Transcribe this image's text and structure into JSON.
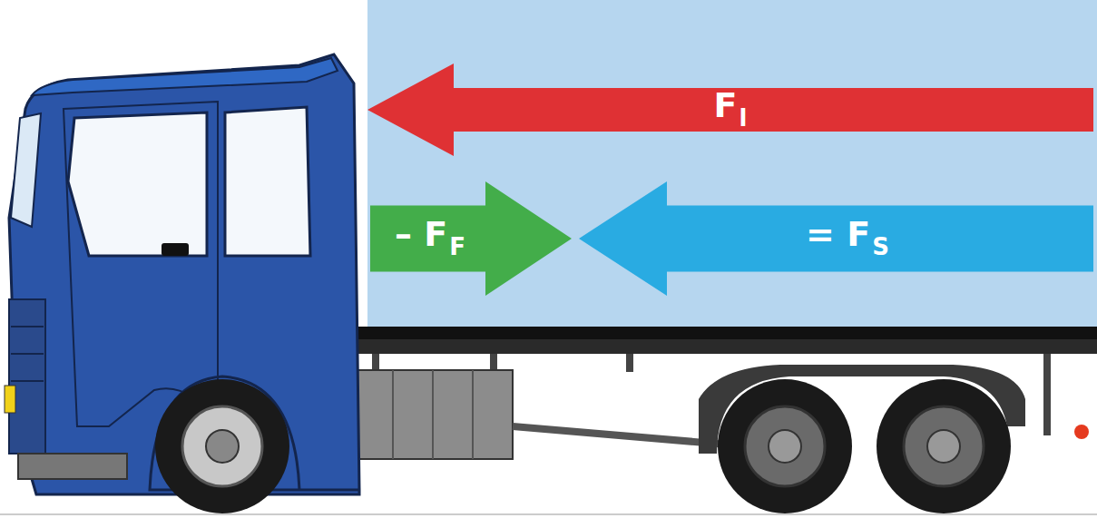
{
  "diagram": {
    "nodes": [
      {
        "text": [
          "F",
          "l"
        ]
      },
      {
        "text": [
          "– F",
          "F"
        ]
      },
      {
        "text": [
          "= F",
          "S"
        ]
      }
    ]
  }
}
